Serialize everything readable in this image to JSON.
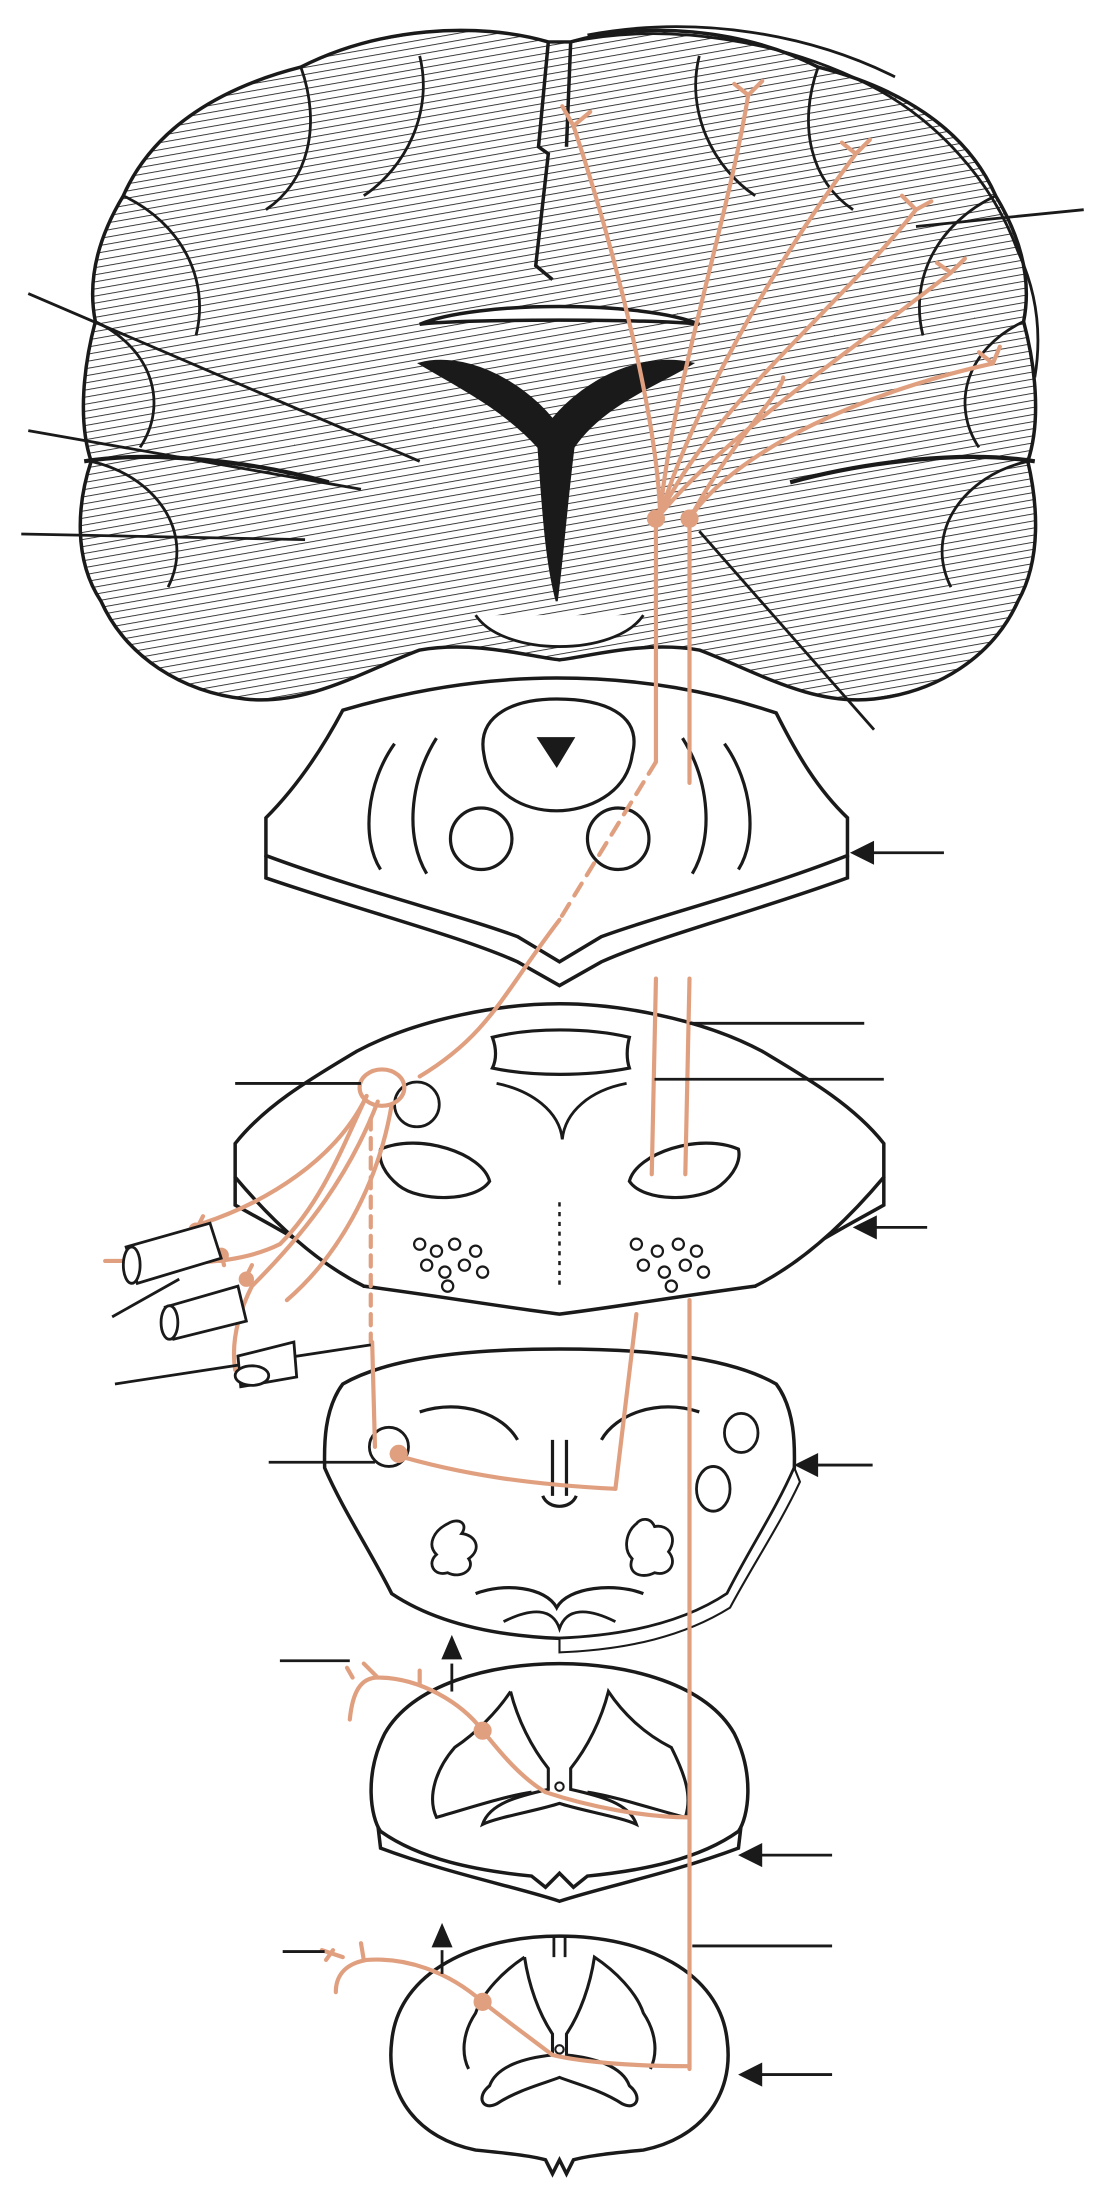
{
  "figure": {
    "title": "",
    "colors": {
      "outline": "#1a1a1a",
      "pathway": "#e0a080",
      "background": "#ffffff"
    },
    "levels": [
      "cerebrum-coronal",
      "midbrain",
      "pons",
      "medulla",
      "cervical-cord",
      "lower-cord"
    ],
    "leader_lines": 13,
    "level_arrows": 6
  }
}
